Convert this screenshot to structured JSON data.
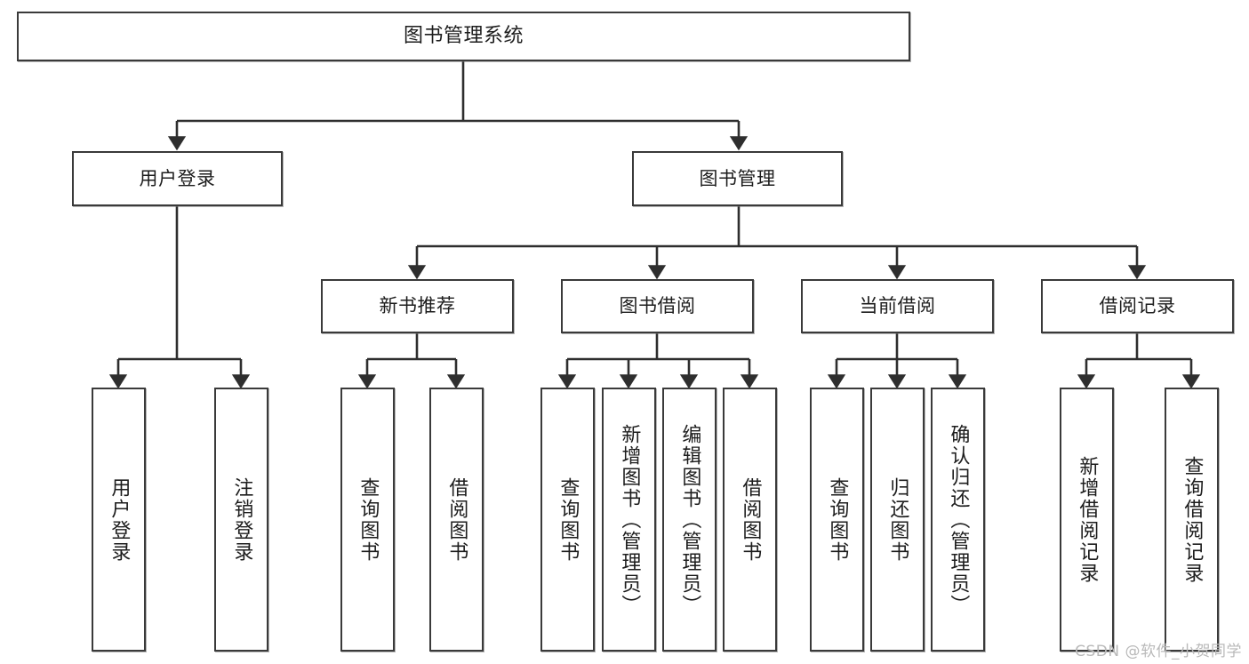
{
  "diagram": {
    "title": "图书管理系统",
    "type": "tree",
    "watermark": "CSDN @软件_小贺同学",
    "colors": {
      "box_border": "#3a3a3a",
      "box_fill": "#ffffff",
      "connector": "#2e2e2e",
      "text": "#1d1d1d",
      "watermark": "#b9b9b9"
    },
    "levels": {
      "root": {
        "label": "图书管理系统"
      },
      "level1": [
        {
          "label": "用户登录"
        },
        {
          "label": "图书管理"
        }
      ],
      "level2": [
        {
          "label": "新书推荐"
        },
        {
          "label": "图书借阅"
        },
        {
          "label": "当前借阅"
        },
        {
          "label": "借阅记录"
        }
      ],
      "leaves": [
        {
          "label": "用户登录"
        },
        {
          "label": "注销登录"
        },
        {
          "label": "查询图书"
        },
        {
          "label": "借阅图书"
        },
        {
          "label": "查询图书"
        },
        {
          "label": "新增图书（管理员）"
        },
        {
          "label": "编辑图书（管理员）"
        },
        {
          "label": "借阅图书"
        },
        {
          "label": "查询图书"
        },
        {
          "label": "归还图书"
        },
        {
          "label": "确认归还（管理员）"
        },
        {
          "label": "新增借阅记录"
        },
        {
          "label": "查询借阅记录"
        }
      ]
    },
    "edges": [
      {
        "from": "图书管理系统",
        "to": "用户登录"
      },
      {
        "from": "图书管理系统",
        "to": "图书管理"
      },
      {
        "from": "用户登录",
        "to": "用户登录"
      },
      {
        "from": "用户登录",
        "to": "注销登录"
      },
      {
        "from": "图书管理",
        "to": "新书推荐"
      },
      {
        "from": "图书管理",
        "to": "图书借阅"
      },
      {
        "from": "图书管理",
        "to": "当前借阅"
      },
      {
        "from": "图书管理",
        "to": "借阅记录"
      },
      {
        "from": "新书推荐",
        "to": "查询图书"
      },
      {
        "from": "新书推荐",
        "to": "借阅图书"
      },
      {
        "from": "图书借阅",
        "to": "查询图书"
      },
      {
        "from": "图书借阅",
        "to": "新增图书（管理员）"
      },
      {
        "from": "图书借阅",
        "to": "编辑图书（管理员）"
      },
      {
        "from": "图书借阅",
        "to": "借阅图书"
      },
      {
        "from": "当前借阅",
        "to": "查询图书"
      },
      {
        "from": "当前借阅",
        "to": "归还图书"
      },
      {
        "from": "当前借阅",
        "to": "确认归还（管理员）"
      },
      {
        "from": "借阅记录",
        "to": "新增借阅记录"
      },
      {
        "from": "借阅记录",
        "to": "查询借阅记录"
      }
    ]
  }
}
